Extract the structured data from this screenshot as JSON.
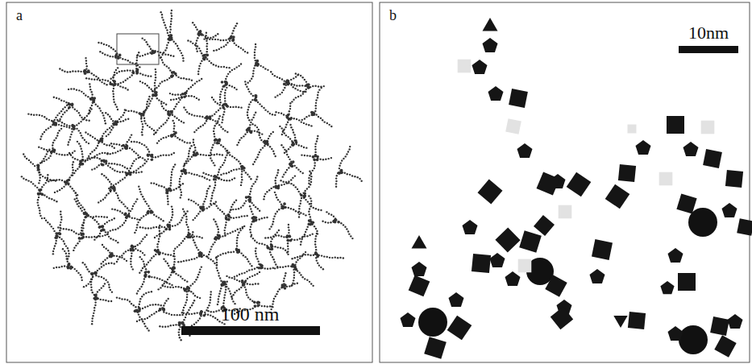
{
  "diagram": {
    "labels": [
      "a",
      "100 nm",
      "b",
      "10nm"
    ]
  }
}
